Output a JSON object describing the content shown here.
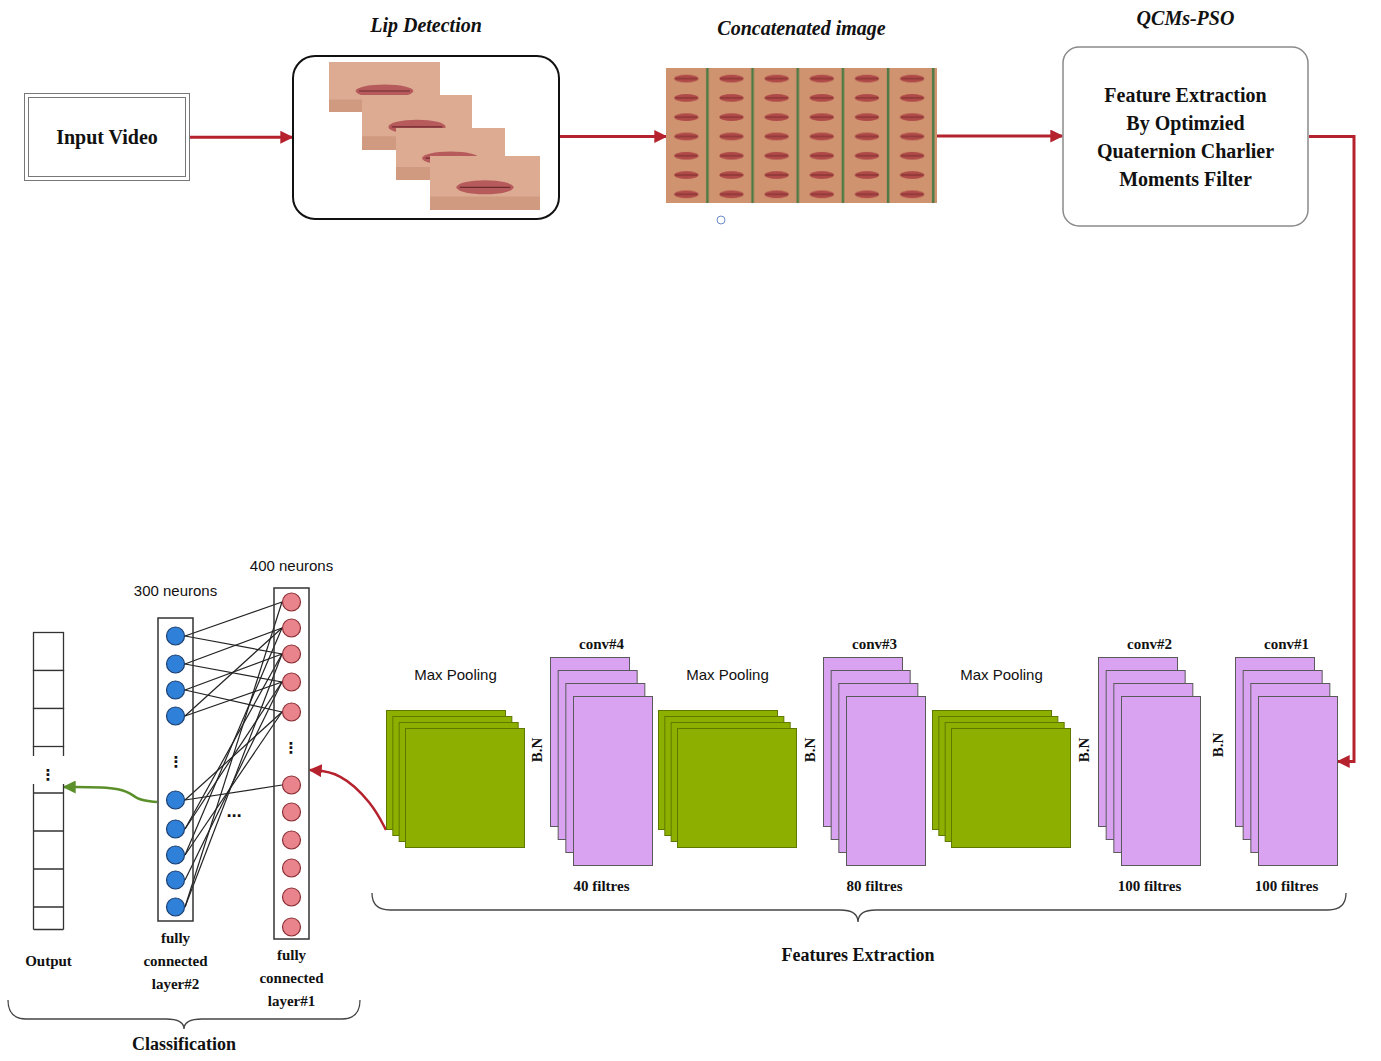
{
  "diagram": {
    "nodes": [
      {
        "text": [
          "Input Video"
        ]
      },
      {
        "text": [
          "Lip Detection"
        ]
      },
      {
        "text": [
          "Concatenated image"
        ]
      },
      {
        "text": [
          "QCMs-PSO",
          "Feature Extraction By Optimzied Quaternion Charlier Moments Filter"
        ]
      },
      {
        "text": [
          "Output"
        ]
      },
      {
        "text": [
          "300 neurons",
          "fully connected layer#2"
        ]
      },
      {
        "text": [
          "400 neurons",
          "fully connected layer#1"
        ]
      },
      {
        "text": [
          "Max Pooling"
        ]
      },
      {
        "text": [
          "conv#4",
          "40 filtres"
        ]
      },
      {
        "text": [
          "Max Pooling"
        ]
      },
      {
        "text": [
          "conv#3",
          "80 filtres"
        ]
      },
      {
        "text": [
          "Max Pooling"
        ]
      },
      {
        "text": [
          "conv#2",
          "100 filtres"
        ]
      },
      {
        "text": [
          "conv#1",
          "100 filtres"
        ]
      }
    ],
    "edges": [
      {
        "from": 0,
        "to": 1,
        "arrow": "to"
      },
      {
        "from": 1,
        "to": 2,
        "arrow": "to"
      },
      {
        "from": 2,
        "to": 3,
        "arrow": "to"
      },
      {
        "from": 3,
        "to": 13,
        "arrow": "to"
      },
      {
        "from": 7,
        "to": 6,
        "arrow": "to"
      },
      {
        "from": 5,
        "to": 4,
        "arrow": "to"
      }
    ],
    "labels": [
      "⋮",
      "⋮",
      "⋯",
      "⋮",
      "B.N",
      "B.N",
      "B.N",
      "B.N",
      "Features Extraction",
      "Classification"
    ]
  }
}
